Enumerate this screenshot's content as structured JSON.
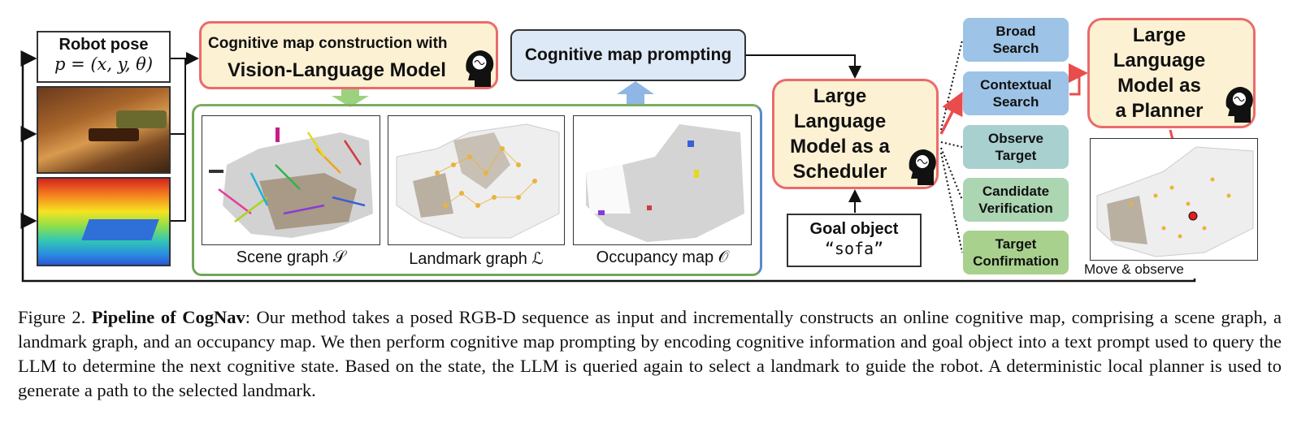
{
  "robot_pose": {
    "title": "Robot pose",
    "equation": "p = (x, y, θ)"
  },
  "cognitive_map_construction": {
    "line1": "Cognitive map construction with",
    "line2": "Vision-Language Model"
  },
  "cognitive_map_prompting": "Cognitive map prompting",
  "maps": {
    "scene_graph": "Scene graph 𝒮",
    "landmark_graph": "Landmark graph ℒ",
    "occupancy_map": "Occupancy map 𝒪"
  },
  "scheduler": {
    "line1": "Large Language",
    "line2": "Model as a",
    "line3": "Scheduler"
  },
  "goal": {
    "title": "Goal object",
    "value": "“sofa”"
  },
  "states": [
    {
      "line1": "Broad",
      "line2": "Search",
      "color": "#9dc3e6"
    },
    {
      "line1": "Contextual",
      "line2": "Search",
      "color": "#9dc3e6"
    },
    {
      "line1": "Observe",
      "line2": "Target",
      "color": "#a8d0cf"
    },
    {
      "line1": "Candidate",
      "line2": "Verification",
      "color": "#acd5b1"
    },
    {
      "line1": "Target",
      "line2": "Confirmation",
      "color": "#a9d18e"
    }
  ],
  "planner": {
    "line1": "Large Language",
    "line2": "Model as",
    "line3": "a Planner"
  },
  "move_observe": "Move & observe",
  "caption": {
    "prefix": "Figure 2. ",
    "bold": "Pipeline of CogNav",
    "text": ": Our method takes a posed RGB-D sequence as input and incrementally constructs an online cognitive map, comprising a scene graph, a landmark graph, and an occupancy map. We then perform cognitive map prompting by encoding cognitive information and goal object into a text prompt used to query the LLM to determine the next cognitive state. Based on the state, the LLM is queried again to select a landmark to guide the robot. A deterministic local planner is used to generate a path to the selected landmark."
  },
  "colors": {
    "accent_red": "#ea6b6b",
    "cream": "#fdf1d3",
    "prompt_blue": "#dde9f6",
    "frame_green": "#6fa65a"
  }
}
